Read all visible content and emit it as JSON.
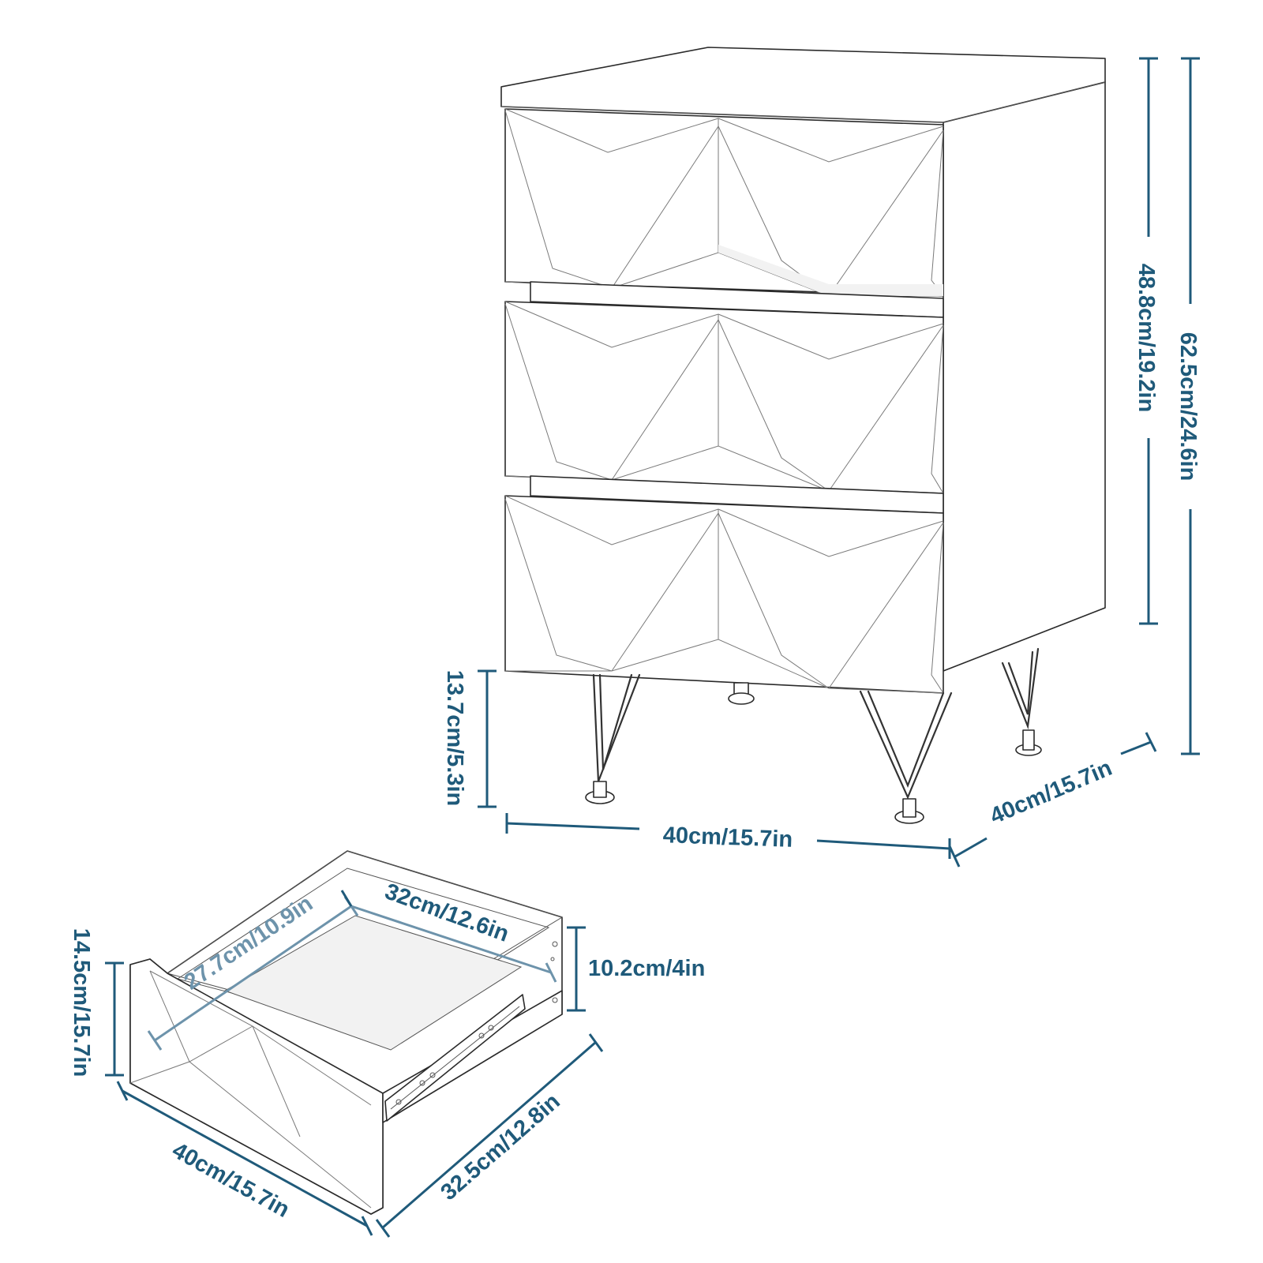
{
  "dimensions": {
    "total_height": "62.5cm/24.6in",
    "body_height": "48.8cm/19.2in",
    "leg_height": "13.7cm/5.3in",
    "front_width": "40cm/15.7in",
    "side_depth": "40cm/15.7in",
    "drawer_height_front": "14.5cm/15.7in",
    "drawer_inner_depth": "27.7cm/10.9in",
    "drawer_inner_width": "32cm/12.6in",
    "drawer_side_height": "10.2cm/4in",
    "drawer_front_width": "40cm/15.7in",
    "drawer_side_length": "32.5cm/12.8in"
  },
  "colors": {
    "dimension": "#1f5a7a",
    "dimension_light": "#6d93ab",
    "outline": "#2a2a2a"
  }
}
